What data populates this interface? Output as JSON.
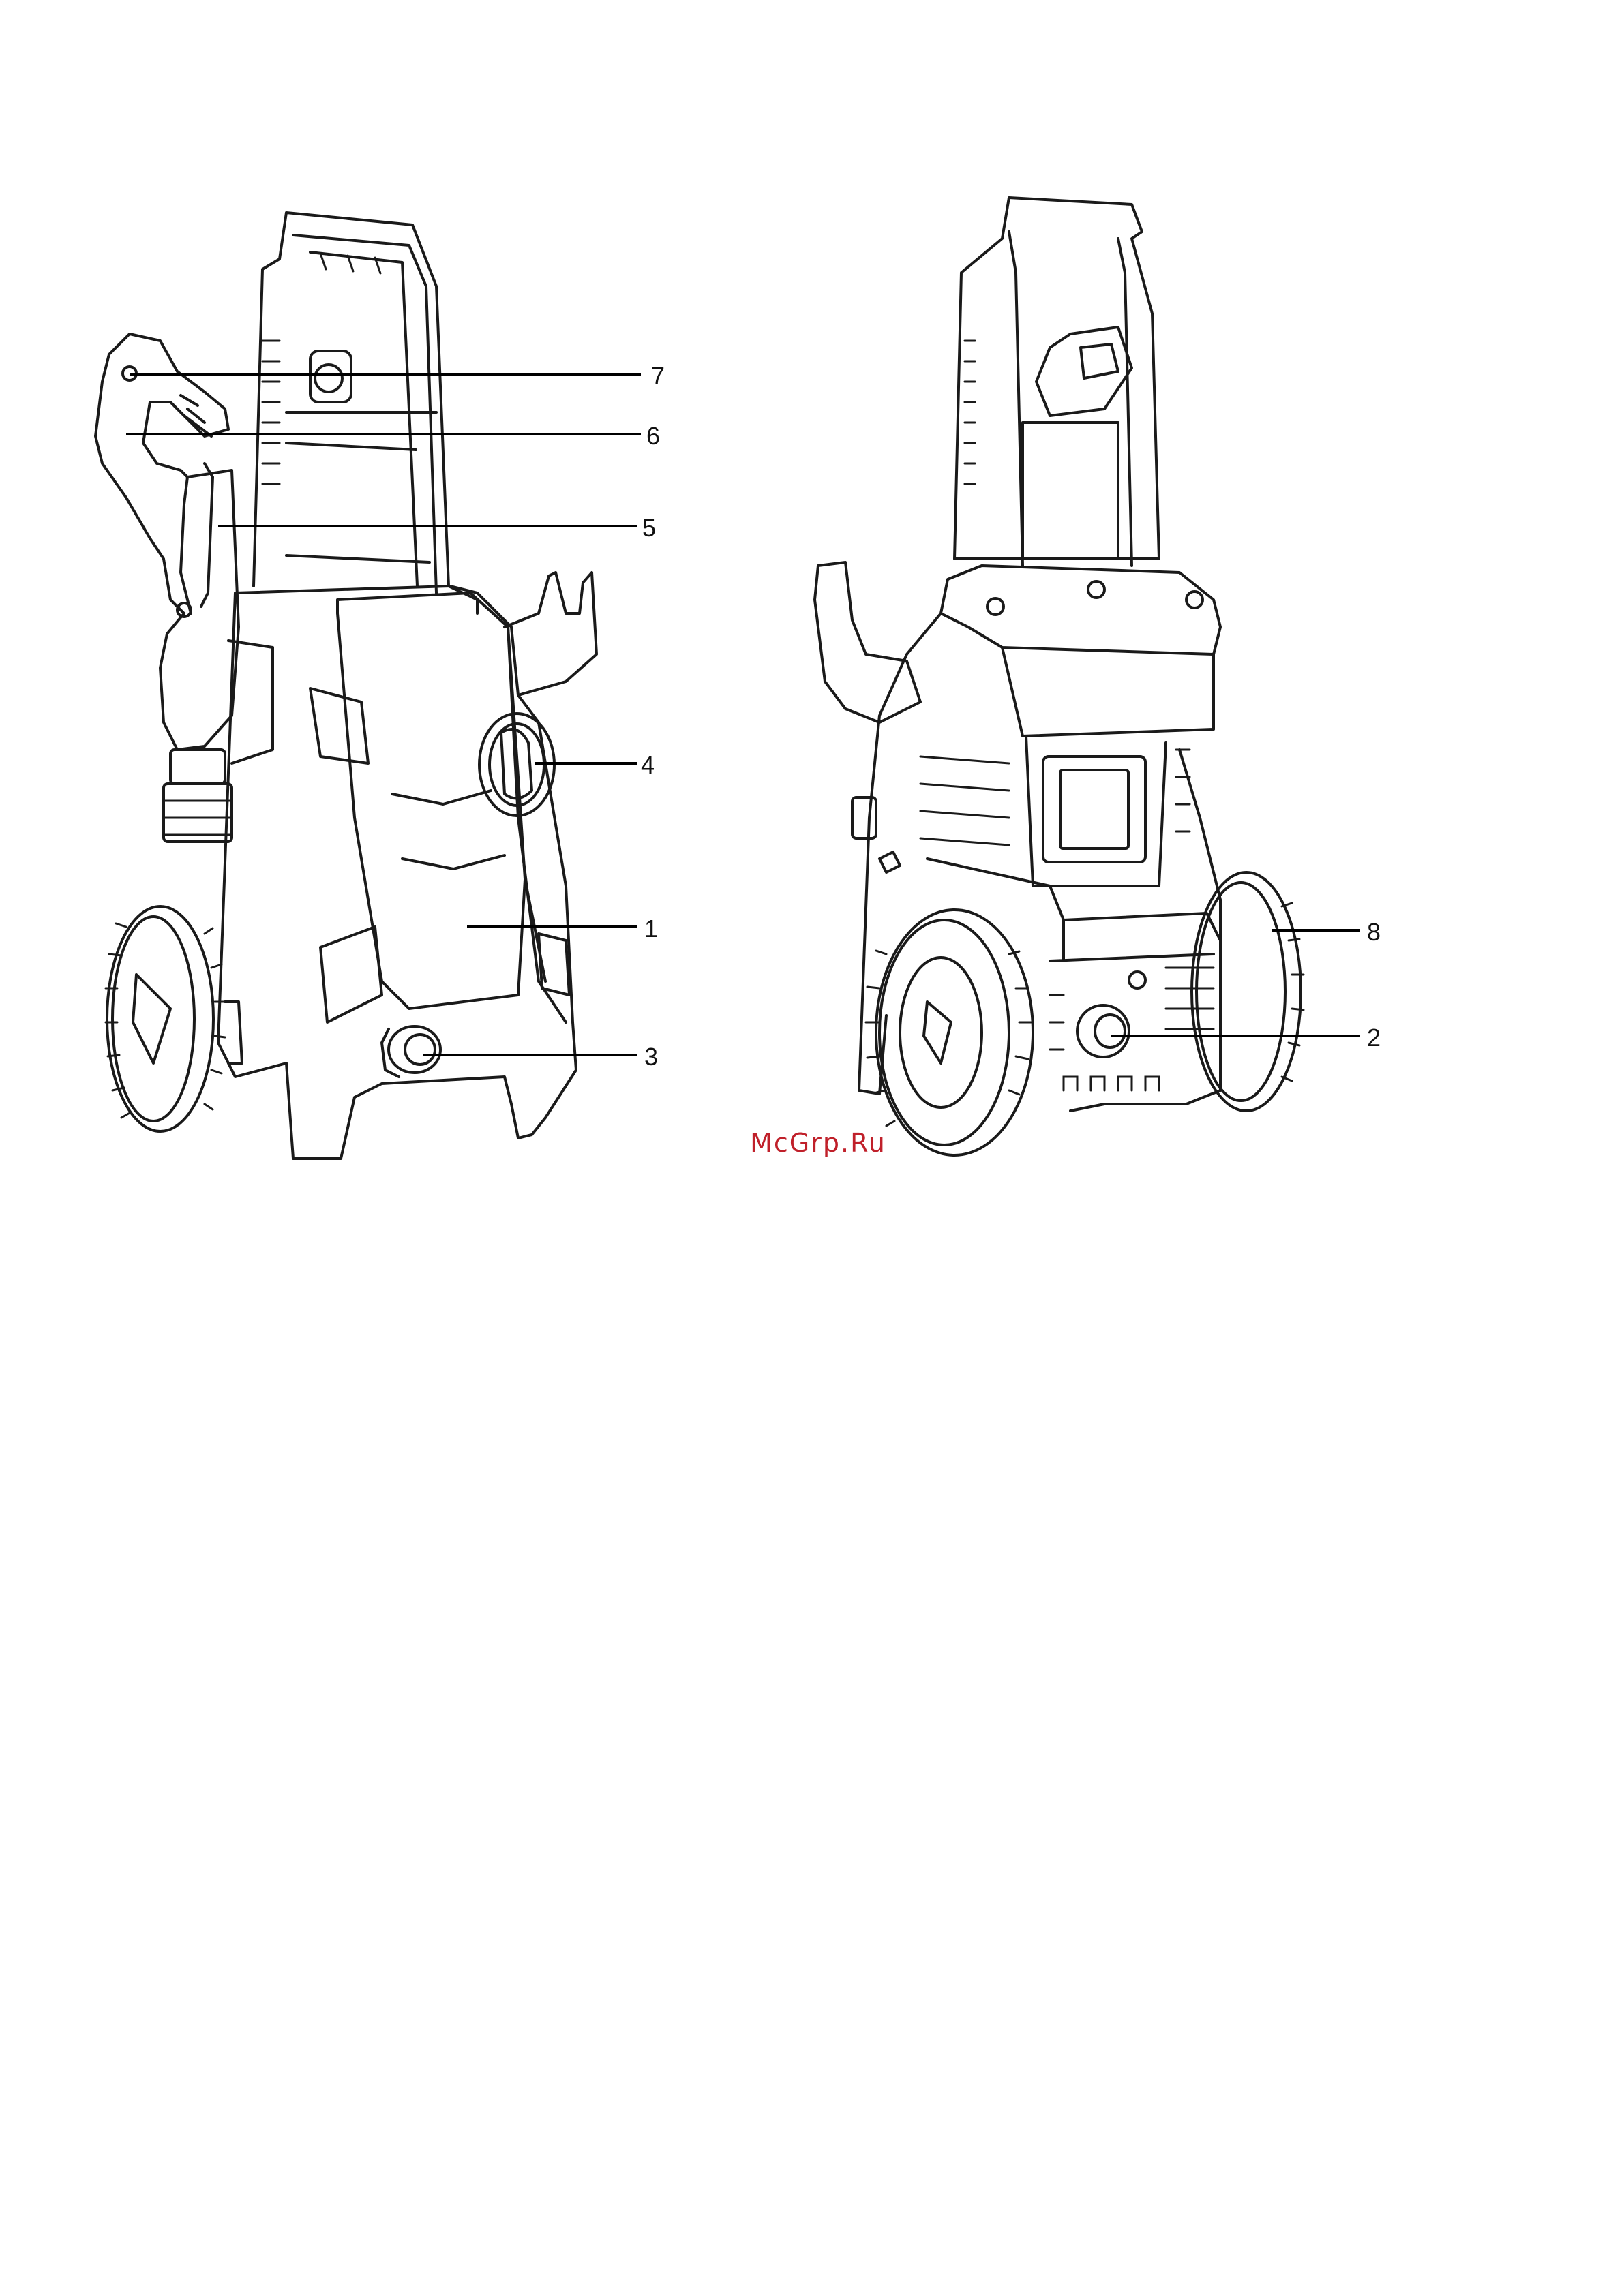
{
  "callouts_front": [
    {
      "number": "7"
    },
    {
      "number": "6"
    },
    {
      "number": "5"
    },
    {
      "number": "4"
    },
    {
      "number": "1"
    },
    {
      "number": "3"
    }
  ],
  "callouts_rear": [
    {
      "number": "8"
    },
    {
      "number": "2"
    }
  ],
  "watermark": {
    "text": "McGrp.Ru",
    "color": "#c0202a"
  }
}
